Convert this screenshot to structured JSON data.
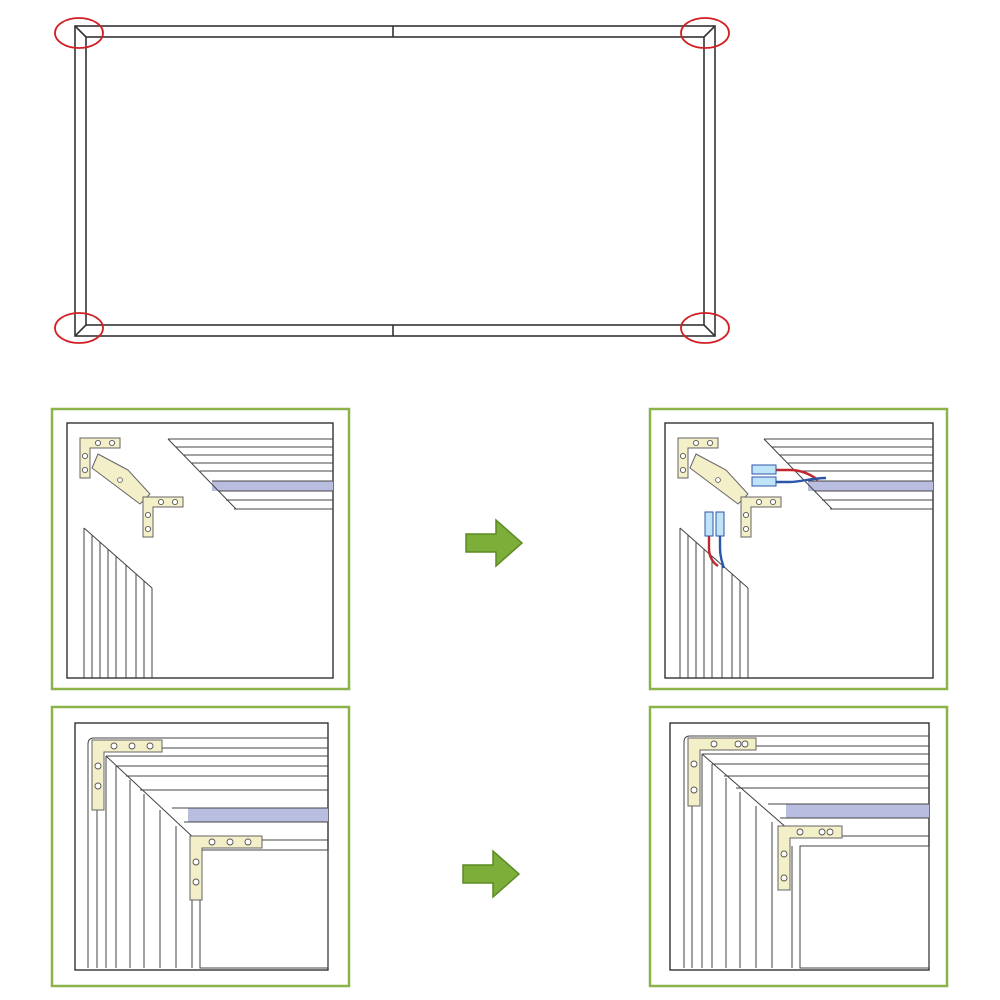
{
  "diagram": {
    "overview": {
      "corner_markers": [
        "top-left",
        "top-right",
        "bottom-left",
        "bottom-right"
      ],
      "marker_color": "#d11f25",
      "frame_stroke": "#333333"
    },
    "steps": [
      {
        "row": 1,
        "before": "bracket-detached",
        "after": "bracket-with-connectors",
        "arrow": "right-arrow"
      },
      {
        "row": 2,
        "before": "brackets-inserted",
        "after": "brackets-screwed",
        "arrow": "right-arrow"
      }
    ],
    "colors": {
      "panel_border": "#8cb24a",
      "arrow_fill": "#7eae3a",
      "arrow_stroke": "#5b8a24",
      "profile_blue": "#b9bde0",
      "bracket_fill": "#f3efc8",
      "wire_red": "#c2262e",
      "wire_blue": "#2c56a8",
      "terminal_blue": "#bfe3f7"
    }
  }
}
